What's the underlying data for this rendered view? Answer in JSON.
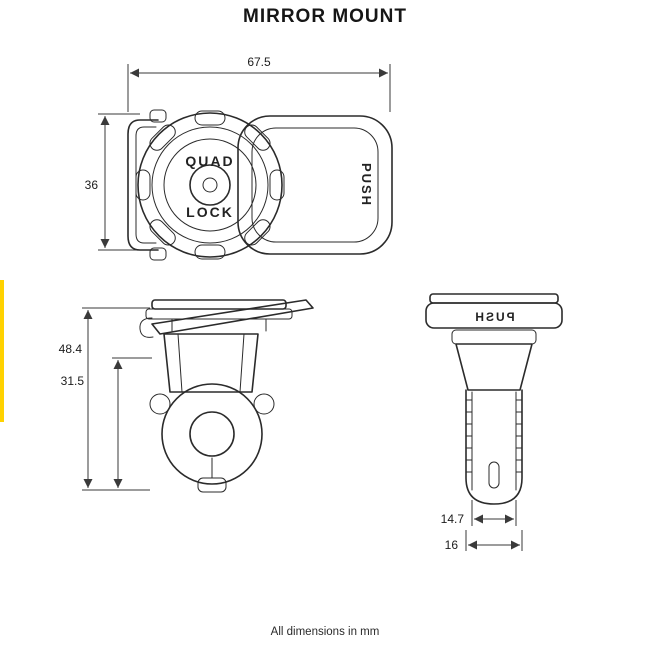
{
  "title": "MIRROR MOUNT",
  "footer": {
    "note": "All dimensions in mm"
  },
  "branding": {
    "quad": "QUAD",
    "lock": "LOCK",
    "push": "PUSH"
  },
  "dims": {
    "top_width": "67.5",
    "top_height": "36",
    "front_height_total": "48.4",
    "front_height_lower": "31.5",
    "side_width_inner": "14.7",
    "side_width_outer": "16"
  },
  "colors": {
    "accent": "#FFD200",
    "line": "#2B2B2B"
  }
}
